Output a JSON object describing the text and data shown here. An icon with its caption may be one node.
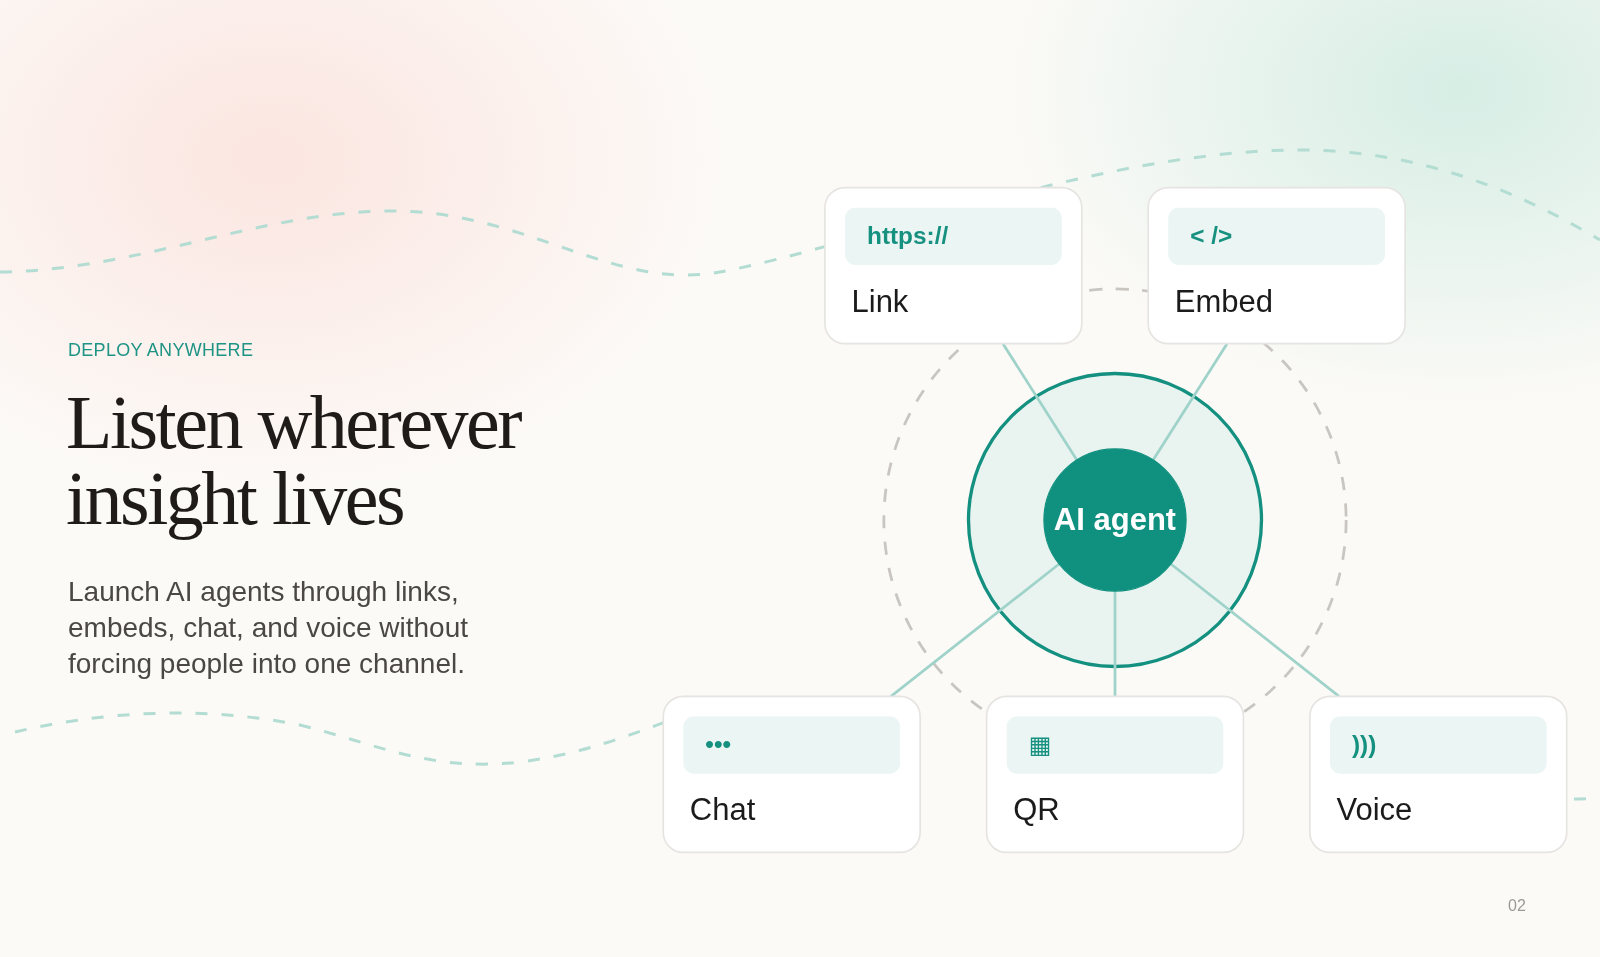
{
  "diagram": {
    "title": "Listen wherever insight lives",
    "nodes": [
      {
        "text": [
          "https://",
          "Link"
        ]
      },
      {
        "text": [
          "< />",
          "Embed"
        ]
      },
      {
        "text": [
          "AI agent"
        ]
      },
      {
        "text": [
          "•••",
          "Chat"
        ]
      },
      {
        "text": [
          ")))",
          "Voice"
        ]
      },
      {
        "text": [
          "▦",
          "QR"
        ]
      }
    ],
    "edges": [
      {
        "from": 0,
        "to": 2,
        "arrow": "none"
      },
      {
        "from": 1,
        "to": 2,
        "arrow": "none"
      },
      {
        "from": 2,
        "to": 3,
        "arrow": "none"
      },
      {
        "from": 2,
        "to": 5,
        "arrow": "none"
      },
      {
        "from": 2,
        "to": 4,
        "arrow": "none"
      }
    ],
    "labels": [
      "DEPLOY ANYWHERE",
      "Launch AI agents through links, embeds, chat, and voice without forcing people into one channel.",
      "02"
    ]
  }
}
